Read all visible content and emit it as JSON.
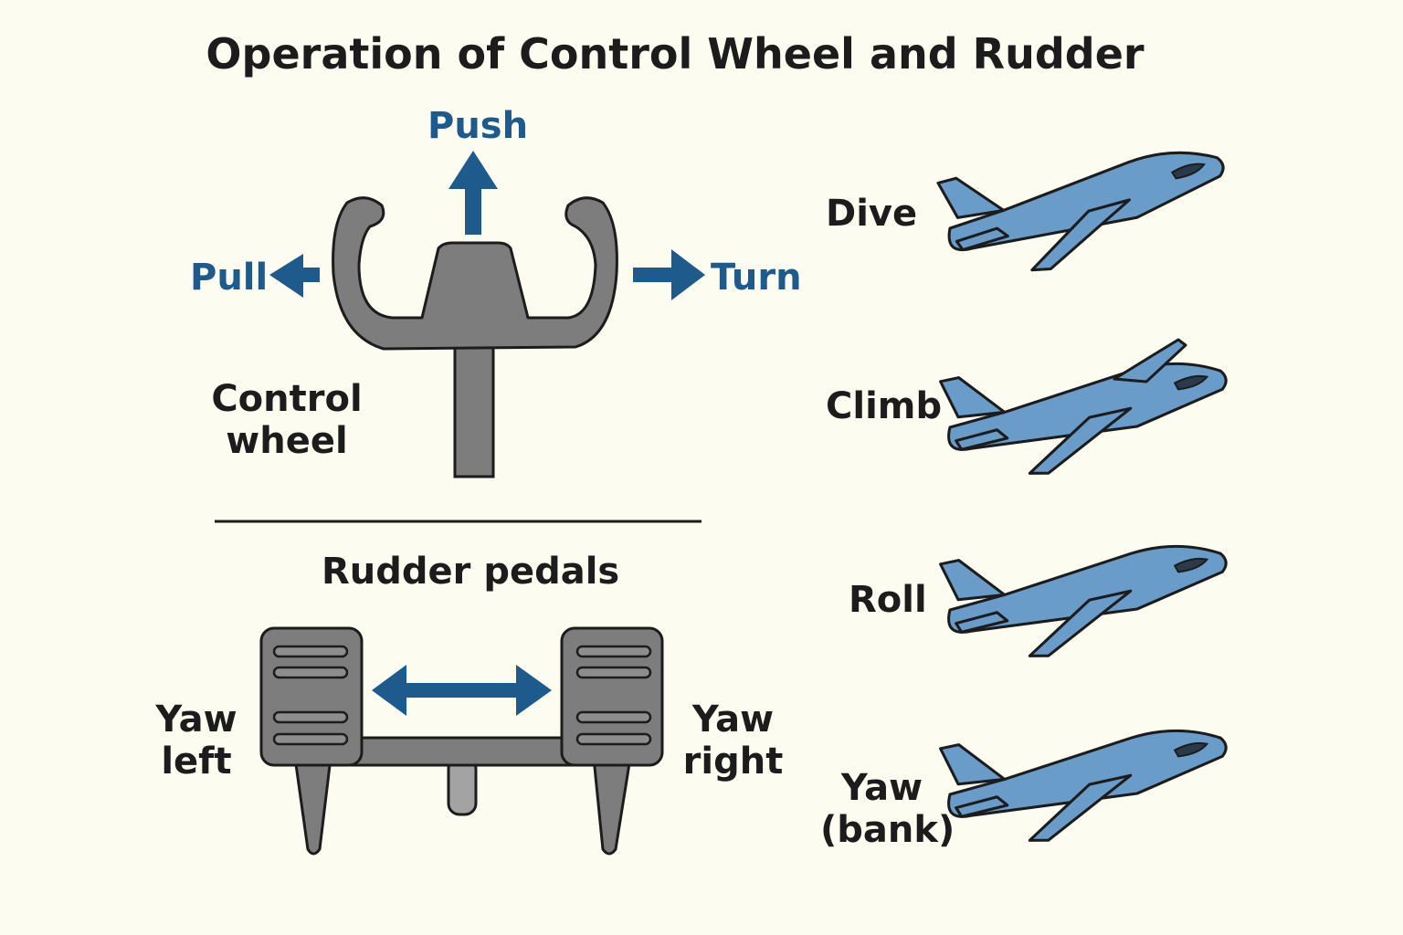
{
  "title": "Operation of Control Wheel and Rudder",
  "wheel": {
    "push_label": "Push",
    "pull_label": "Pull",
    "turn_label": "Turn",
    "control_wheel_label": "Control\nwheel"
  },
  "pedals": {
    "heading": "Rudder pedals",
    "yaw_left_label": "Yaw\nleft",
    "yaw_right_label": "Yaw\nright"
  },
  "maneuvers": [
    {
      "label": "Dive"
    },
    {
      "label": "Climb"
    },
    {
      "label": "Roll"
    },
    {
      "label": "Yaw\n(bank)"
    }
  ],
  "colors": {
    "background": "#fdfcf1",
    "arrow_blue": "#1e5a8c",
    "device_gray": "#7d7d7d",
    "plane_blue": "#6a9cc9",
    "outline": "#1c1c1c"
  },
  "icons": [
    "up-arrow-icon",
    "left-arrow-icon",
    "right-arrow-icon",
    "double-arrow-icon",
    "airplane-icon"
  ]
}
